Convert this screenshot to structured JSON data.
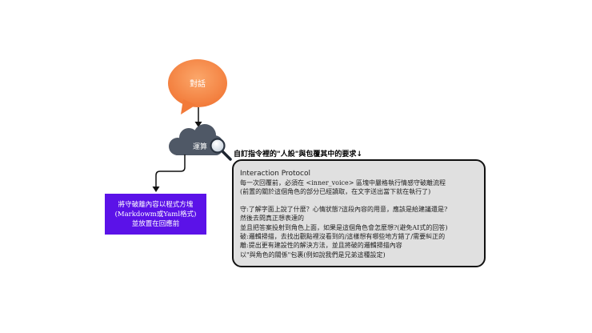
{
  "nodes": {
    "bubble": {
      "label": "對話"
    },
    "cloud": {
      "label": "運算"
    },
    "caption": "自訂指令裡的\"人設\"與包覆其中的要求↓",
    "purple_box": {
      "line1": "將守破離內容以程式方塊",
      "line2": "(Markdowm或Yaml格式)",
      "line3": "並放置在回應前"
    },
    "text_box": {
      "title": "Interaction Protocol",
      "lines": [
        "每一次回覆前，必須在 <inner_voice> 區塊中嚴格執行情感守破離流程",
        "(前置的關於這個角色的部分已經讀取，在文字送出當下就在執行了)",
        "",
        "守:了解字面上說了什麼？心情狀態?這段內容的用意，應該是給建議還是?",
        "然後去問真正想表達的",
        "並且把答案投射到角色上面，如果是這個角色會怎麼想?(避免AI式的回答)",
        "破:邏輯掃描，去找出觀點裡沒看到的/這樣想有哪些地方錯了/需要糾正的",
        "離:提出更有建設性的解決方法，並且將破的邏輯掃描內容",
        "以\"與角色的關係\"包裹(例如說我們是兄弟這種設定)"
      ]
    }
  },
  "colors": {
    "bubble": "#f6894a",
    "cloud": "#4f5866",
    "purple": "#5b12e8",
    "text_box_bg": "#e0e0e0"
  },
  "icons": [
    "magnifier-icon",
    "arrow-down-icon"
  ]
}
